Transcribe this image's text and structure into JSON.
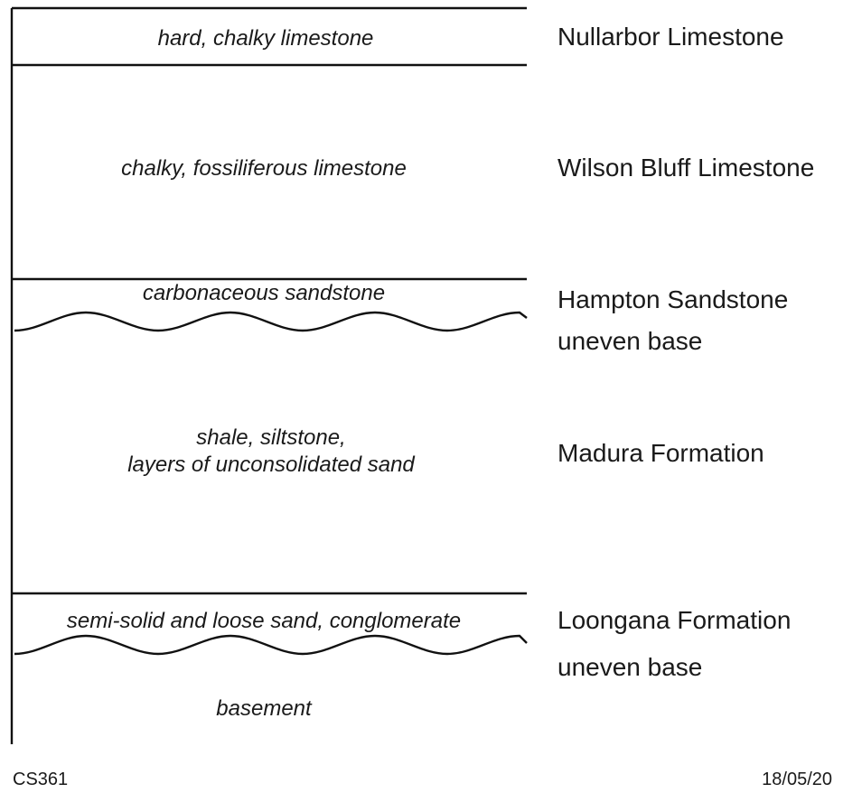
{
  "layers": [
    {
      "description": [
        "hard, chalky limestone"
      ],
      "unit": [
        "Nullarbor Limestone"
      ]
    },
    {
      "description": [
        "chalky, fossiliferous limestone"
      ],
      "unit": [
        "Wilson Bluff Limestone"
      ]
    },
    {
      "description": [
        "carbonaceous sandstone"
      ],
      "unit": [
        "Hampton Sandstone",
        "uneven base"
      ]
    },
    {
      "description": [
        "shale, siltstone,",
        "layers of unconsolidated sand"
      ],
      "unit": [
        "Madura Formation"
      ]
    },
    {
      "description": [
        "semi-solid and loose sand, conglomerate"
      ],
      "unit": [
        "Loongana Formation",
        "uneven base"
      ]
    },
    {
      "description": [
        "basement"
      ],
      "unit": []
    }
  ],
  "footer": {
    "code": "CS361",
    "date": "18/05/20"
  }
}
